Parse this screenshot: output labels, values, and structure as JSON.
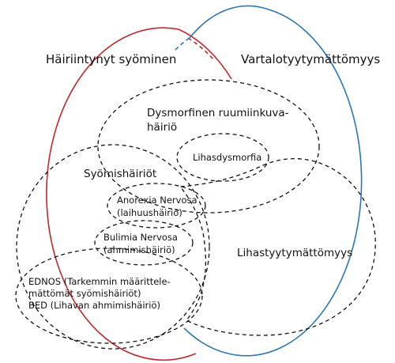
{
  "colors": {
    "disordered_eating": "#c0282d",
    "body_dissatisfaction": "#2b77b5",
    "dashed": "#111111"
  },
  "sets": {
    "disordered_eating": "Häiriintynyt syöminen",
    "body_dissatisfaction": "Vartalotyytymättömyys",
    "bdd_line1": "Dysmorfinen ruumiinkuva-",
    "bdd_line2": "häiriö",
    "muscle_dysmorphia": "Lihasdysmorfia",
    "eating_disorders": "Syömishäiriöt",
    "anorexia_line1": "Anorexia Nervosa",
    "anorexia_line2": "(laihuushäiriö)",
    "bulimia_line1": "Bulimia Nervosa",
    "bulimia_line2": "(ahmimishäiriö)",
    "ednos_line1": "EDNOS (Tarkemmin määrittele-",
    "ednos_line2": "mättömät syömishäiriöt)",
    "bed_line": "BED (Lihavan ahmimishäiriö)",
    "muscle_dissatisfaction": "Lihastyytymättömyys"
  }
}
